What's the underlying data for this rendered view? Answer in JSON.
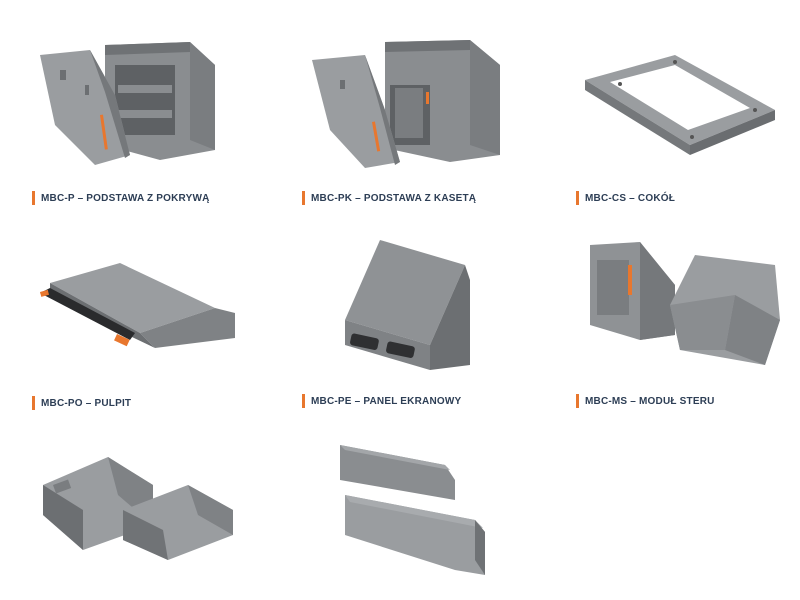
{
  "colors": {
    "accent": "#e8772e",
    "caption_text": "#2d3e55",
    "metal_light": "#9a9da0",
    "metal_mid": "#7f8285",
    "metal_dark": "#5f6264"
  },
  "products": [
    {
      "code": "MBC-P",
      "label": "MBC-P – PODSTAWA Z POKRYWĄ",
      "image": "console-base-with-cover"
    },
    {
      "code": "MBC-PK",
      "label": "MBC-PK – PODSTAWA Z KASETĄ",
      "image": "console-base-with-cassette"
    },
    {
      "code": "MBC-CS",
      "label": "MBC-CS – COKÓŁ",
      "image": "plinth-frame"
    },
    {
      "code": "MBC-PO",
      "label": "MBC-PO – PULPIT",
      "image": "desk-panel"
    },
    {
      "code": "MBC-PE",
      "label": "MBC-PE – PANEL EKRANOWY",
      "image": "screen-panel"
    },
    {
      "code": "MBC-MS",
      "label": "MBC-MS – MODUŁ STERU",
      "image": "helm-module"
    },
    {
      "image": "corner-modules"
    },
    {
      "image": "plinth-beams"
    }
  ]
}
